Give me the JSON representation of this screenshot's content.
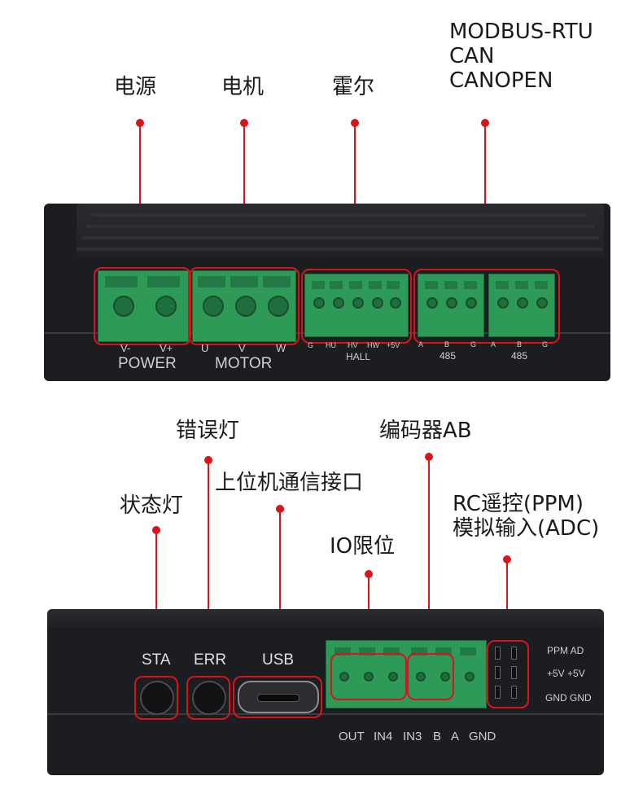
{
  "callouts_top": {
    "power": "电源",
    "motor": "电机",
    "hall": "霍尔",
    "comm": [
      "MODBUS-RTU",
      "CAN",
      "CANOPEN"
    ]
  },
  "callouts_bottom": {
    "err_light": "错误灯",
    "status_light": "状态灯",
    "usb_port": "上位机通信接口",
    "encoder": "编码器AB",
    "io_limit": "IO限位",
    "rc": [
      "RC遥控(PPM)",
      "模拟输入(ADC)"
    ]
  },
  "panel_top": {
    "power_pins": [
      "V-",
      "V+"
    ],
    "power_label": "POWER",
    "motor_pins": [
      "U",
      "V",
      "W"
    ],
    "motor_label": "MOTOR",
    "hall_pins": [
      "G",
      "HU",
      "HV",
      "HW",
      "+5V"
    ],
    "hall_label": "HALL",
    "rs485_a_pins": [
      "A",
      "B",
      "G"
    ],
    "rs485_a_label": "485",
    "rs485_b_pins": [
      "A",
      "B",
      "G"
    ],
    "rs485_b_label": "485"
  },
  "panel_bottom": {
    "sta": "STA",
    "err": "ERR",
    "usb": "USB",
    "io_pins": [
      "OUT",
      "IN4",
      "IN3",
      "B",
      "A",
      "GND"
    ],
    "header_rows": [
      "PPM AD",
      "+5V +5V",
      "GND GND"
    ]
  },
  "colors": {
    "accent": "#d8141c",
    "terminal_green": "#2e9a57",
    "device_body": "#1c1d20"
  }
}
